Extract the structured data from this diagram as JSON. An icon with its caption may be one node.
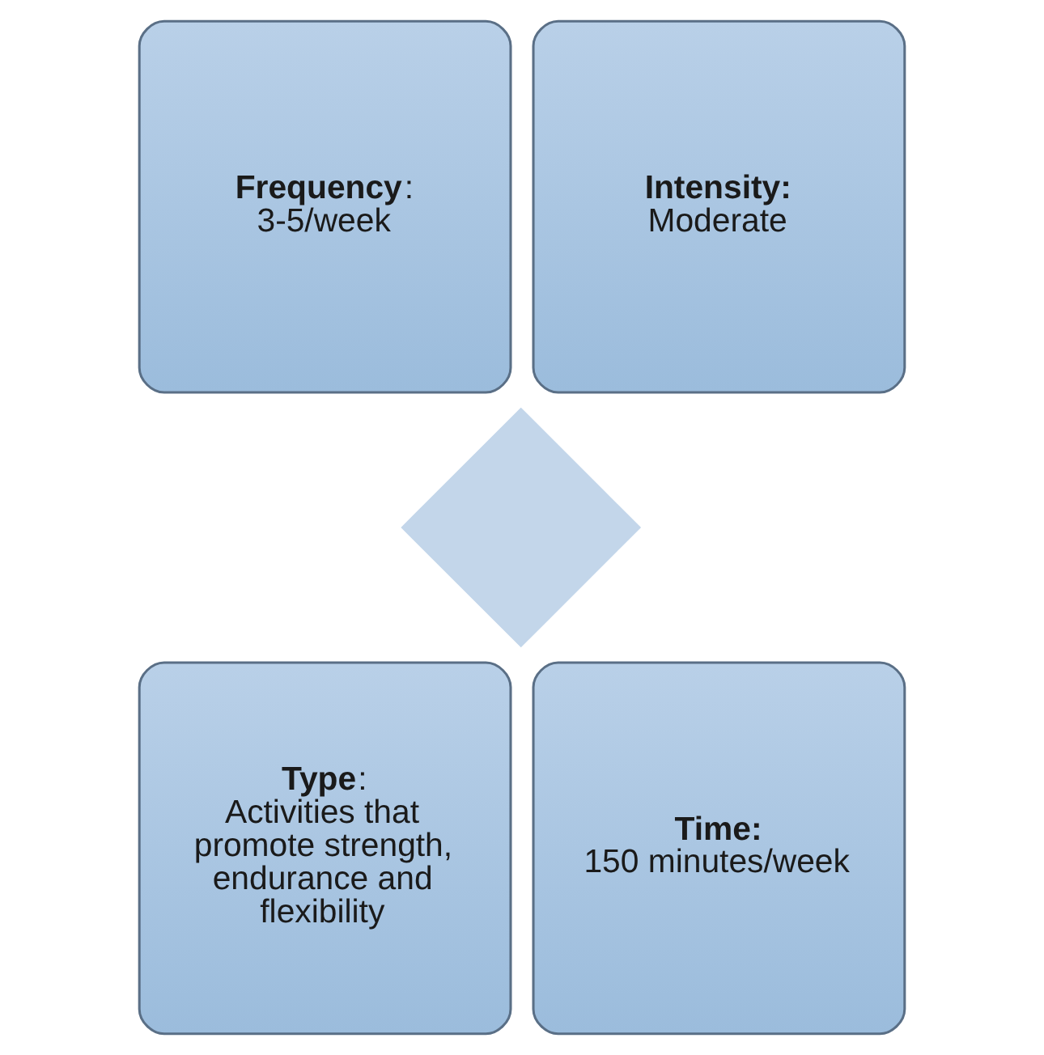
{
  "diagram": {
    "nodes": [
      {
        "text": [],
        "shape": "diamond"
      },
      {
        "text": [
          "**Frequency**:",
          "3-5/week"
        ]
      },
      {
        "text": [
          "**Intensity:**",
          "Moderate"
        ]
      },
      {
        "text": [
          "**Type**:",
          "Activities that promote strength, endurance and flexibility"
        ]
      },
      {
        "text": [
          "**Time:**",
          "150 minutes/week"
        ]
      }
    ]
  }
}
